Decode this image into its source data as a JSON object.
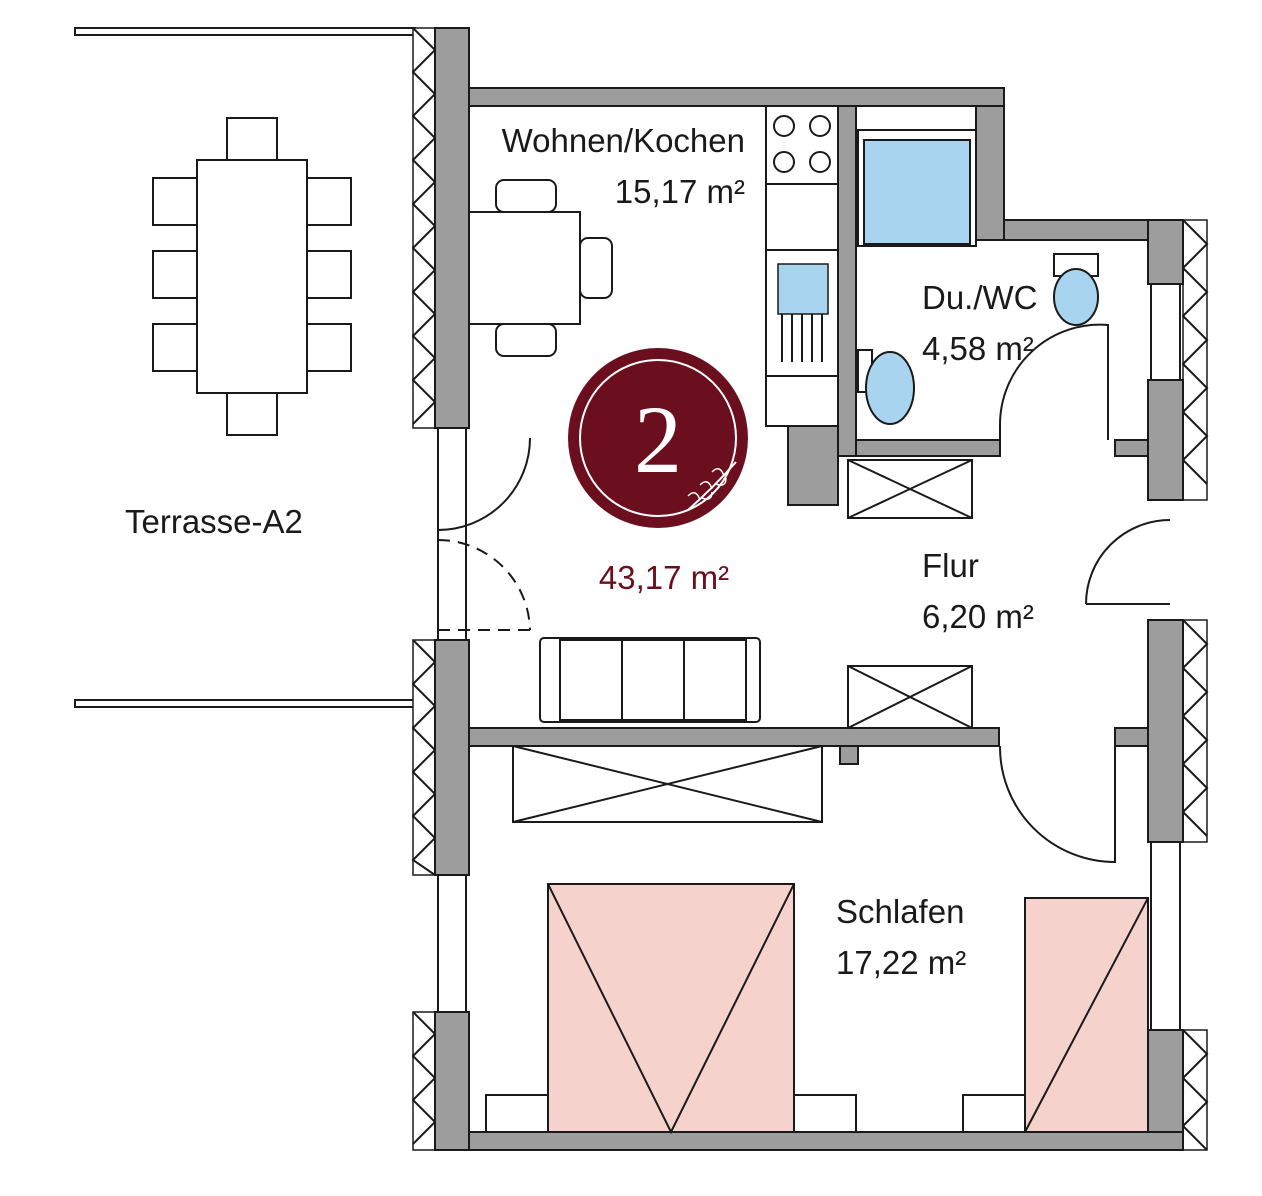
{
  "unit": {
    "number": "2",
    "total_area": "43,17 m²",
    "badge_color": "#6b0f1f"
  },
  "rooms": {
    "wohnen": {
      "name": "Wohnen/Kochen",
      "area": "15,17 m²"
    },
    "bad": {
      "name": "Du./WC",
      "area": "4,58 m²"
    },
    "flur": {
      "name": "Flur",
      "area": "6,20 m²"
    },
    "schlafen": {
      "name": "Schlafen",
      "area": "17,22 m²"
    },
    "terrasse": {
      "name": "Terrasse-A2"
    }
  },
  "colors": {
    "wall": "#9d9d9d",
    "water_fixture": "#a9d4ef",
    "bed": "#f6d2cd"
  }
}
